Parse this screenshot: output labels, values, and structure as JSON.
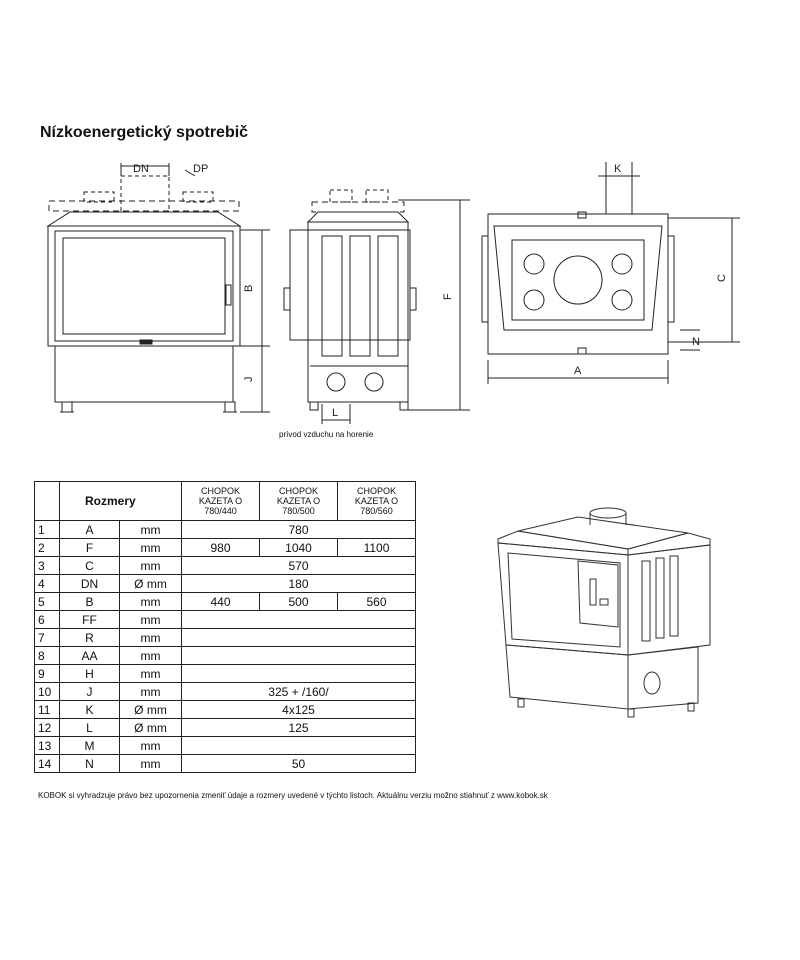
{
  "title": "Nízkoenergetický spotrebič",
  "labels": {
    "dn": "DN",
    "dp": "DP",
    "b": "B",
    "j": "J",
    "f": "F",
    "l": "L",
    "k": "K",
    "c": "C",
    "n": "N",
    "a": "A"
  },
  "caption": "prívod vzduchu na horenie",
  "table": {
    "header": "Rozmery",
    "models": [
      "CHOPOK\nKAZETA O\n780/440",
      "CHOPOK\nKAZETA O\n780/500",
      "CHOPOK\nKAZETA O\n780/560"
    ],
    "rows": [
      {
        "n": "1",
        "sym": "A",
        "unit": "mm",
        "vals": [
          "780"
        ]
      },
      {
        "n": "2",
        "sym": "F",
        "unit": "mm",
        "vals": [
          "980",
          "1040",
          "1100"
        ]
      },
      {
        "n": "3",
        "sym": "C",
        "unit": "mm",
        "vals": [
          "570"
        ]
      },
      {
        "n": "4",
        "sym": "DN",
        "unit": "Ø mm",
        "vals": [
          "180"
        ]
      },
      {
        "n": "5",
        "sym": "B",
        "unit": "mm",
        "vals": [
          "440",
          "500",
          "560"
        ]
      },
      {
        "n": "6",
        "sym": "FF",
        "unit": "mm",
        "vals": [
          ""
        ]
      },
      {
        "n": "7",
        "sym": "R",
        "unit": "mm",
        "vals": [
          ""
        ]
      },
      {
        "n": "8",
        "sym": "AA",
        "unit": "mm",
        "vals": [
          ""
        ]
      },
      {
        "n": "9",
        "sym": "H",
        "unit": "mm",
        "vals": [
          ""
        ]
      },
      {
        "n": "10",
        "sym": "J",
        "unit": "mm",
        "vals": [
          "325 + /160/"
        ]
      },
      {
        "n": "11",
        "sym": "K",
        "unit": "Ø mm",
        "vals": [
          "4x125"
        ]
      },
      {
        "n": "12",
        "sym": "L",
        "unit": "Ø mm",
        "vals": [
          "125"
        ]
      },
      {
        "n": "13",
        "sym": "M",
        "unit": "mm",
        "vals": [
          ""
        ]
      },
      {
        "n": "14",
        "sym": "N",
        "unit": "mm",
        "vals": [
          "50"
        ]
      }
    ]
  },
  "footer": "KOBOK si vyhradzuje právo bez upozornenia zmeniť údaje a rozmery uvedené v týchto listoch. Aktuálnu verziu možno stiahnuť z www.kobok.sk"
}
